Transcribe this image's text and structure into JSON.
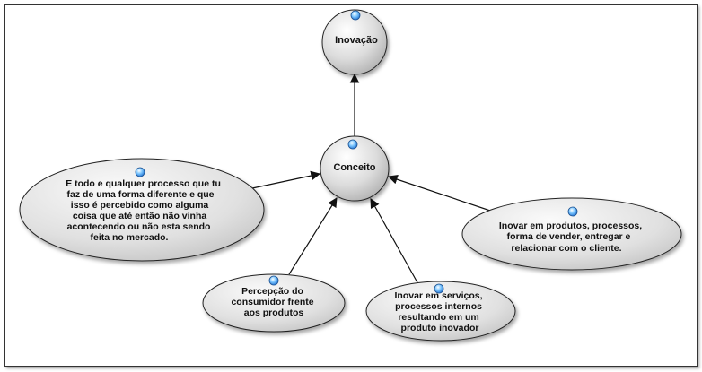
{
  "diagram": {
    "nodes": [
      {
        "id": "inovacao",
        "lines": [
          "Inovação"
        ]
      },
      {
        "id": "conceito",
        "lines": [
          "Conceito"
        ]
      },
      {
        "id": "definicao",
        "lines": [
          "E todo e qualquer processo que tu",
          "faz de uma forma diferente e que",
          "isso é percebido como alguma",
          "coisa que até então não vinha",
          "acontecendo ou não esta sendo",
          "feita no mercado."
        ]
      },
      {
        "id": "produtos",
        "lines": [
          "Inovar em produtos, processos,",
          "forma de vender, entregar e",
          "relacionar com o cliente."
        ]
      },
      {
        "id": "percepcao",
        "lines": [
          "Percepção do",
          "consumidor frente",
          "aos produtos"
        ]
      },
      {
        "id": "servicos",
        "lines": [
          "Inovar em serviços,",
          "processos internos",
          "resultando em um",
          "produto inovador"
        ]
      }
    ],
    "edges": [
      {
        "from": "conceito",
        "to": "inovacao"
      },
      {
        "from": "definicao",
        "to": "conceito"
      },
      {
        "from": "produtos",
        "to": "conceito"
      },
      {
        "from": "percepcao",
        "to": "conceito"
      },
      {
        "from": "servicos",
        "to": "conceito"
      }
    ]
  }
}
